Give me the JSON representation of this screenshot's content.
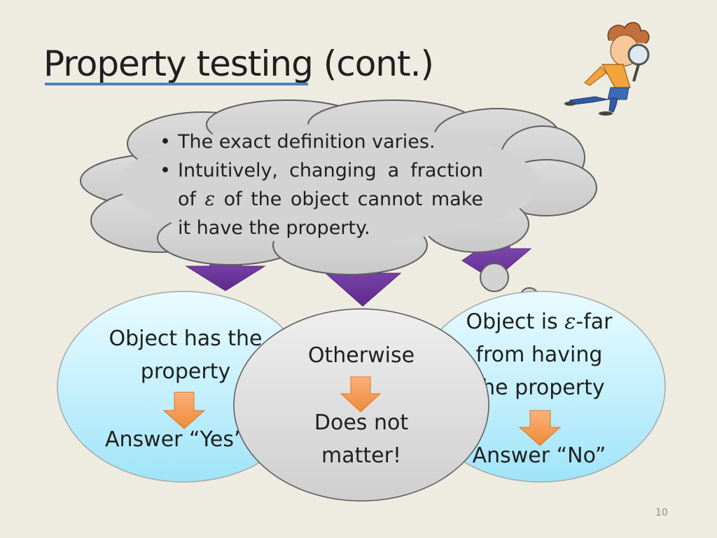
{
  "slide": {
    "title": "Property testing (cont.)",
    "page_number": "10"
  },
  "cloud": {
    "bullet1": "The exact definition varies.",
    "bullet2_line1": "Intuitively, changing a fraction",
    "bullet2_line2_before": "of",
    "epsilon": "ε",
    "bullet2_line2_after": "of the object cannot make",
    "bullet2_line3": "it have the property."
  },
  "left_ellipse": {
    "line1": "Object has the",
    "line2": "property",
    "answer": "Answer “Yes”"
  },
  "center_ellipse": {
    "line1": "Otherwise",
    "line2": "Does not",
    "line3": "matter!"
  },
  "right_ellipse": {
    "line1_before": "Object is",
    "epsilon": "ε",
    "line1_after": "-far",
    "line2": "from having",
    "line3": "the property",
    "answer": "Answer “No”"
  },
  "colors": {
    "background": "#eeece1",
    "cloud_fill": "#d3d3d3",
    "purple_arrow": "#7030a0",
    "orange_arrow": "#f79646",
    "cyan_ellipse": "#bfeefc",
    "gray_ellipse": "#d9d9d9",
    "underline": "#4f81bd"
  }
}
